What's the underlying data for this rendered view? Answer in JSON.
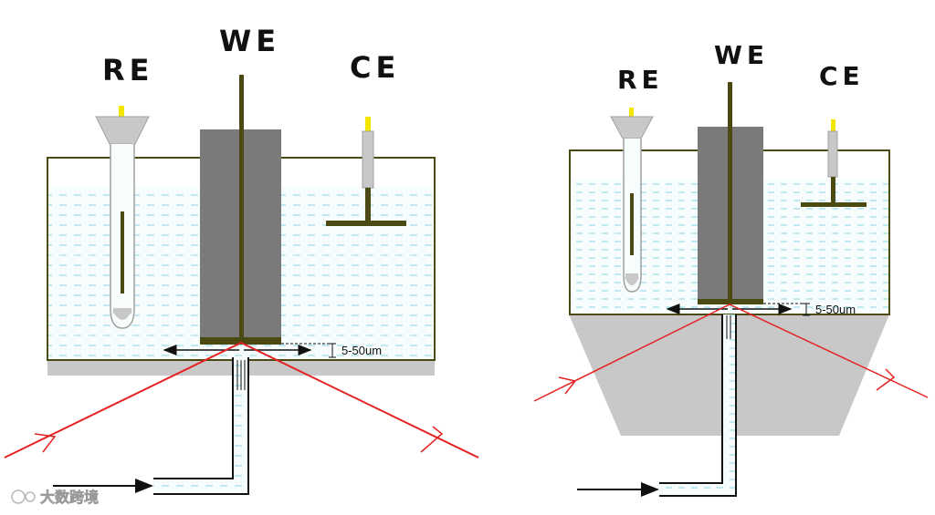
{
  "left_cell": {
    "re_label": "RE",
    "we_label": "WE",
    "ce_label": "CE",
    "gap_label": "5-50um"
  },
  "right_cell": {
    "re_label": "RE",
    "we_label": "WE",
    "ce_label": "CE",
    "gap_label": "5-50um"
  },
  "watermark": "大数跨境",
  "colors": {
    "cell_border": "#4a4a12",
    "electrode_rod": "#4a4a12",
    "working_block": "#7a7a7a",
    "electrolyte_dash": "#8ad6e8",
    "laser_beam": "#e52222",
    "support_gray": "#c8c8c8",
    "tip_yellow": "#f2e600"
  }
}
